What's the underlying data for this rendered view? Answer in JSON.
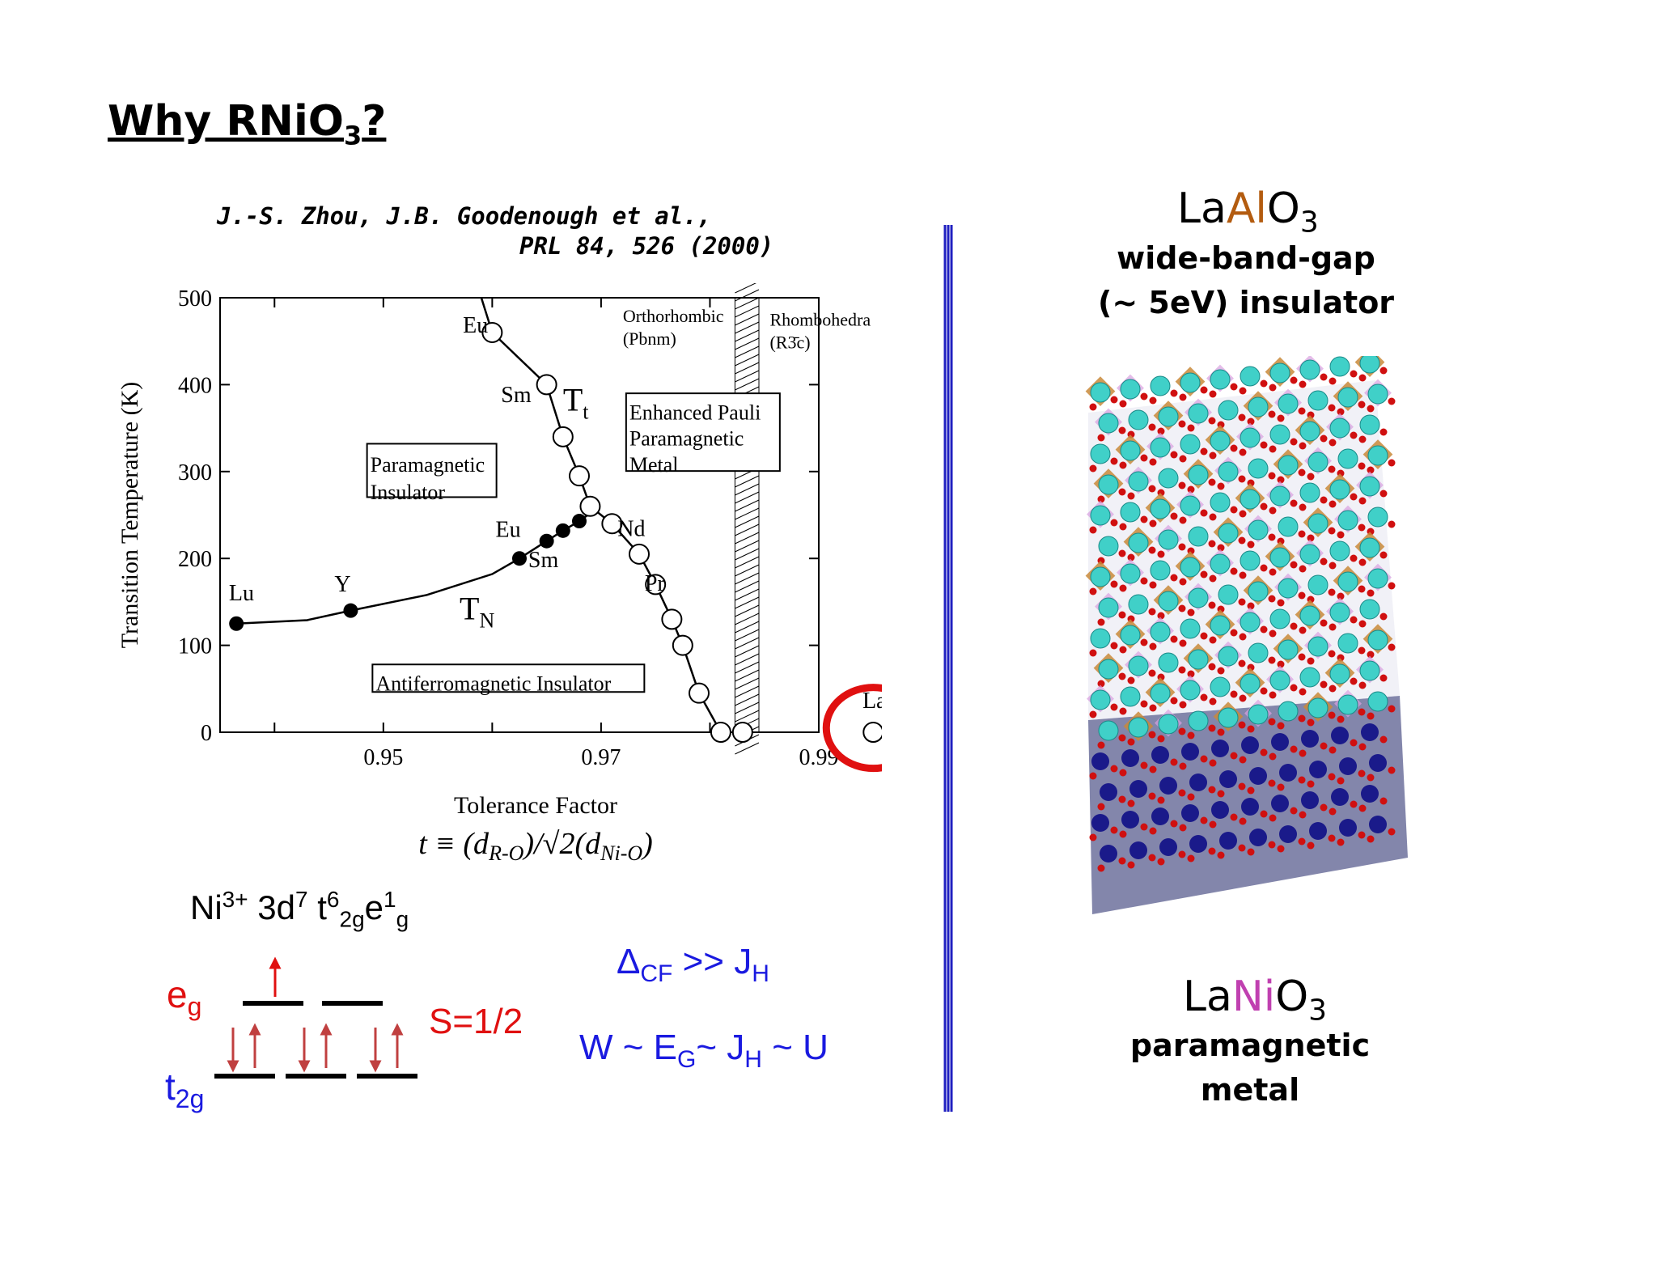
{
  "slide": {
    "title": "Why RNiO",
    "title_sub": "3",
    "title_end": "?"
  },
  "citation": {
    "line1": "J.-S. Zhou, J.B. Goodenough et al.,",
    "line2": "PRL 84, 526 (2000)"
  },
  "chart_data": {
    "type": "scatter",
    "title": "",
    "xlabel": "Tolerance Factor",
    "ylabel": "Transition Temperature (K)",
    "xlim": [
      0.935,
      0.99
    ],
    "ylim": [
      0,
      500
    ],
    "x_ticks": [
      0.95,
      0.97,
      0.99
    ],
    "x_tick_labels": [
      "0.95",
      "0.97",
      "0.99"
    ],
    "y_ticks": [
      0,
      100,
      200,
      300,
      400,
      500
    ],
    "y_tick_labels": [
      "0",
      "100",
      "200",
      "300",
      "400",
      "500"
    ],
    "series": [
      {
        "name": "TN",
        "marker": "filled-circle",
        "x": [
          0.9365,
          0.947,
          0.9625,
          0.965,
          0.9665,
          0.968
        ],
        "y": [
          125,
          140,
          200,
          220,
          232,
          243
        ]
      },
      {
        "name": "Tt",
        "marker": "open-circle",
        "x": [
          0.96,
          0.965,
          0.9665,
          0.968,
          0.969,
          0.971,
          0.9735,
          0.975,
          0.9765,
          0.9775,
          0.979,
          0.981,
          0.983,
          0.995
        ],
        "y": [
          460,
          400,
          340,
          295,
          260,
          240,
          205,
          170,
          130,
          100,
          45,
          0,
          0,
          0
        ]
      }
    ],
    "curve_labels": {
      "tt": "T",
      "tt_sub": "t",
      "tn": "T",
      "tn_sub": "N"
    },
    "point_labels": [
      "Eu",
      "Sm",
      "Eu",
      "Sm",
      "Lu",
      "Y",
      "Nd",
      "Pr",
      "La"
    ],
    "region_labels": {
      "pm_insulator_1": "Paramagnetic",
      "pm_insulator_2": "Insulator",
      "pauli_1": "Enhanced Pauli",
      "pauli_2": "Paramagnetic",
      "pauli_3": "Metal",
      "afm": "Antiferromagnetic Insulator",
      "ortho_1": "Orthorhombic",
      "ortho_2": "(Pbnm)",
      "rhombo_1": "Rhombohedra",
      "rhombo_2": "(R3̄c)"
    },
    "xlabel_formula": "t ≡ (d",
    "xlabel_formula_sub1": "R-O",
    "xlabel_formula_mid": ")/√2(d",
    "xlabel_formula_sub2": "Ni-O",
    "xlabel_formula_end": ")",
    "highlight": "La"
  },
  "electron_config": {
    "prefix": "Ni",
    "charge": "3+",
    "middle": " 3d",
    "d_count": "7",
    "t_label": " t",
    "t_count": "6",
    "t_sub": "2g",
    "e_label": "e",
    "e_count": "1",
    "e_sub": "g"
  },
  "levels": {
    "eg_main": "e",
    "eg_sub": "g",
    "t2g_main": "t",
    "t2g_sub": "2g",
    "spin": "S=1/2"
  },
  "equations": {
    "eq1_delta": "Δ",
    "eq1_sub": "CF",
    "eq1_mid": " >> J",
    "eq1_end_sub": "H",
    "eq2_a": "W ~ E",
    "eq2_a_sub": "G",
    "eq2_b": "~ J",
    "eq2_b_sub": "H",
    "eq2_c": " ~ U"
  },
  "materials": {
    "top": {
      "pre": "La",
      "mid": "Al",
      "post": "O",
      "sub": "3",
      "desc1": "wide-band-gap",
      "desc2": "(~ 5eV) insulator",
      "mid_color": "#b35c10"
    },
    "bottom": {
      "pre": "La",
      "mid": "Ni",
      "post": "O",
      "sub": "3",
      "desc1": "paramagnetic",
      "desc2": "metal",
      "mid_color": "#c040b0"
    }
  },
  "colors": {
    "red": "#e01010",
    "blue": "#1a1ae0",
    "divider": "#2020c0"
  }
}
